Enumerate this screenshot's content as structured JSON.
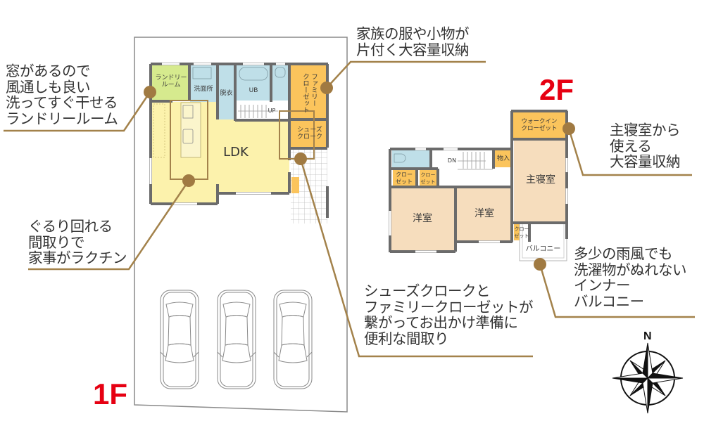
{
  "floors": {
    "first": {
      "label": "1F",
      "color": "#e60012"
    },
    "second": {
      "label": "2F",
      "color": "#e60012"
    }
  },
  "rooms_1f": {
    "laundry": "ランドリー\nルーム",
    "washroom": "洗面所",
    "dressing": "脱衣",
    "bath": "UB",
    "family_closet": "ファミリー\nクローゼット",
    "shoe_cloak": "シューズ\nクローク",
    "ldk": "LDK",
    "stairs_up": "UP"
  },
  "rooms_2f": {
    "walk_in_closet": "ウォークイン\nクローゼット",
    "storage": "物入",
    "master_bedroom": "主寝室",
    "western_room_1": "洋室",
    "western_room_2": "洋室",
    "closet_1": "クロー\nゼット",
    "closet_2": "クロー\nゼット",
    "closet_3": "クロー\nゼット",
    "balcony": "バルコニー",
    "stairs_down": "DN"
  },
  "callouts": {
    "laundry": {
      "lines": [
        "窓があるので",
        "風通しも良い",
        "洗ってすぐ干せる",
        "ランドリールーム"
      ]
    },
    "family_closet": {
      "lines": [
        "家族の服や小物が",
        "片付く大容量収納"
      ]
    },
    "circular_layout": {
      "lines": [
        "ぐるり回れる",
        "間取りで",
        "家事がラクチン"
      ]
    },
    "shoe_cloak": {
      "lines": [
        "シューズクロークと",
        "ファミリークローゼットが",
        "繋がってお出かけ準備に",
        "便利な間取り"
      ]
    },
    "walk_in": {
      "lines": [
        "主寝室から",
        "使える",
        "大容量収納"
      ]
    },
    "balcony": {
      "lines": [
        "多少の雨風でも",
        "洗濯物がぬれない",
        "インナー",
        "バルコニー"
      ]
    }
  },
  "compass": {
    "north_label": "N"
  },
  "colors": {
    "accent_line": "#a3824b",
    "floor_label": "#e60012",
    "ldk": "#fcf2ac",
    "laundry": "#d6ea8e",
    "wet_rooms": "#bfdfe8",
    "storage": "#fbc45c",
    "bedrooms": "#f6ddbd",
    "wall": "#6b6b6b"
  }
}
